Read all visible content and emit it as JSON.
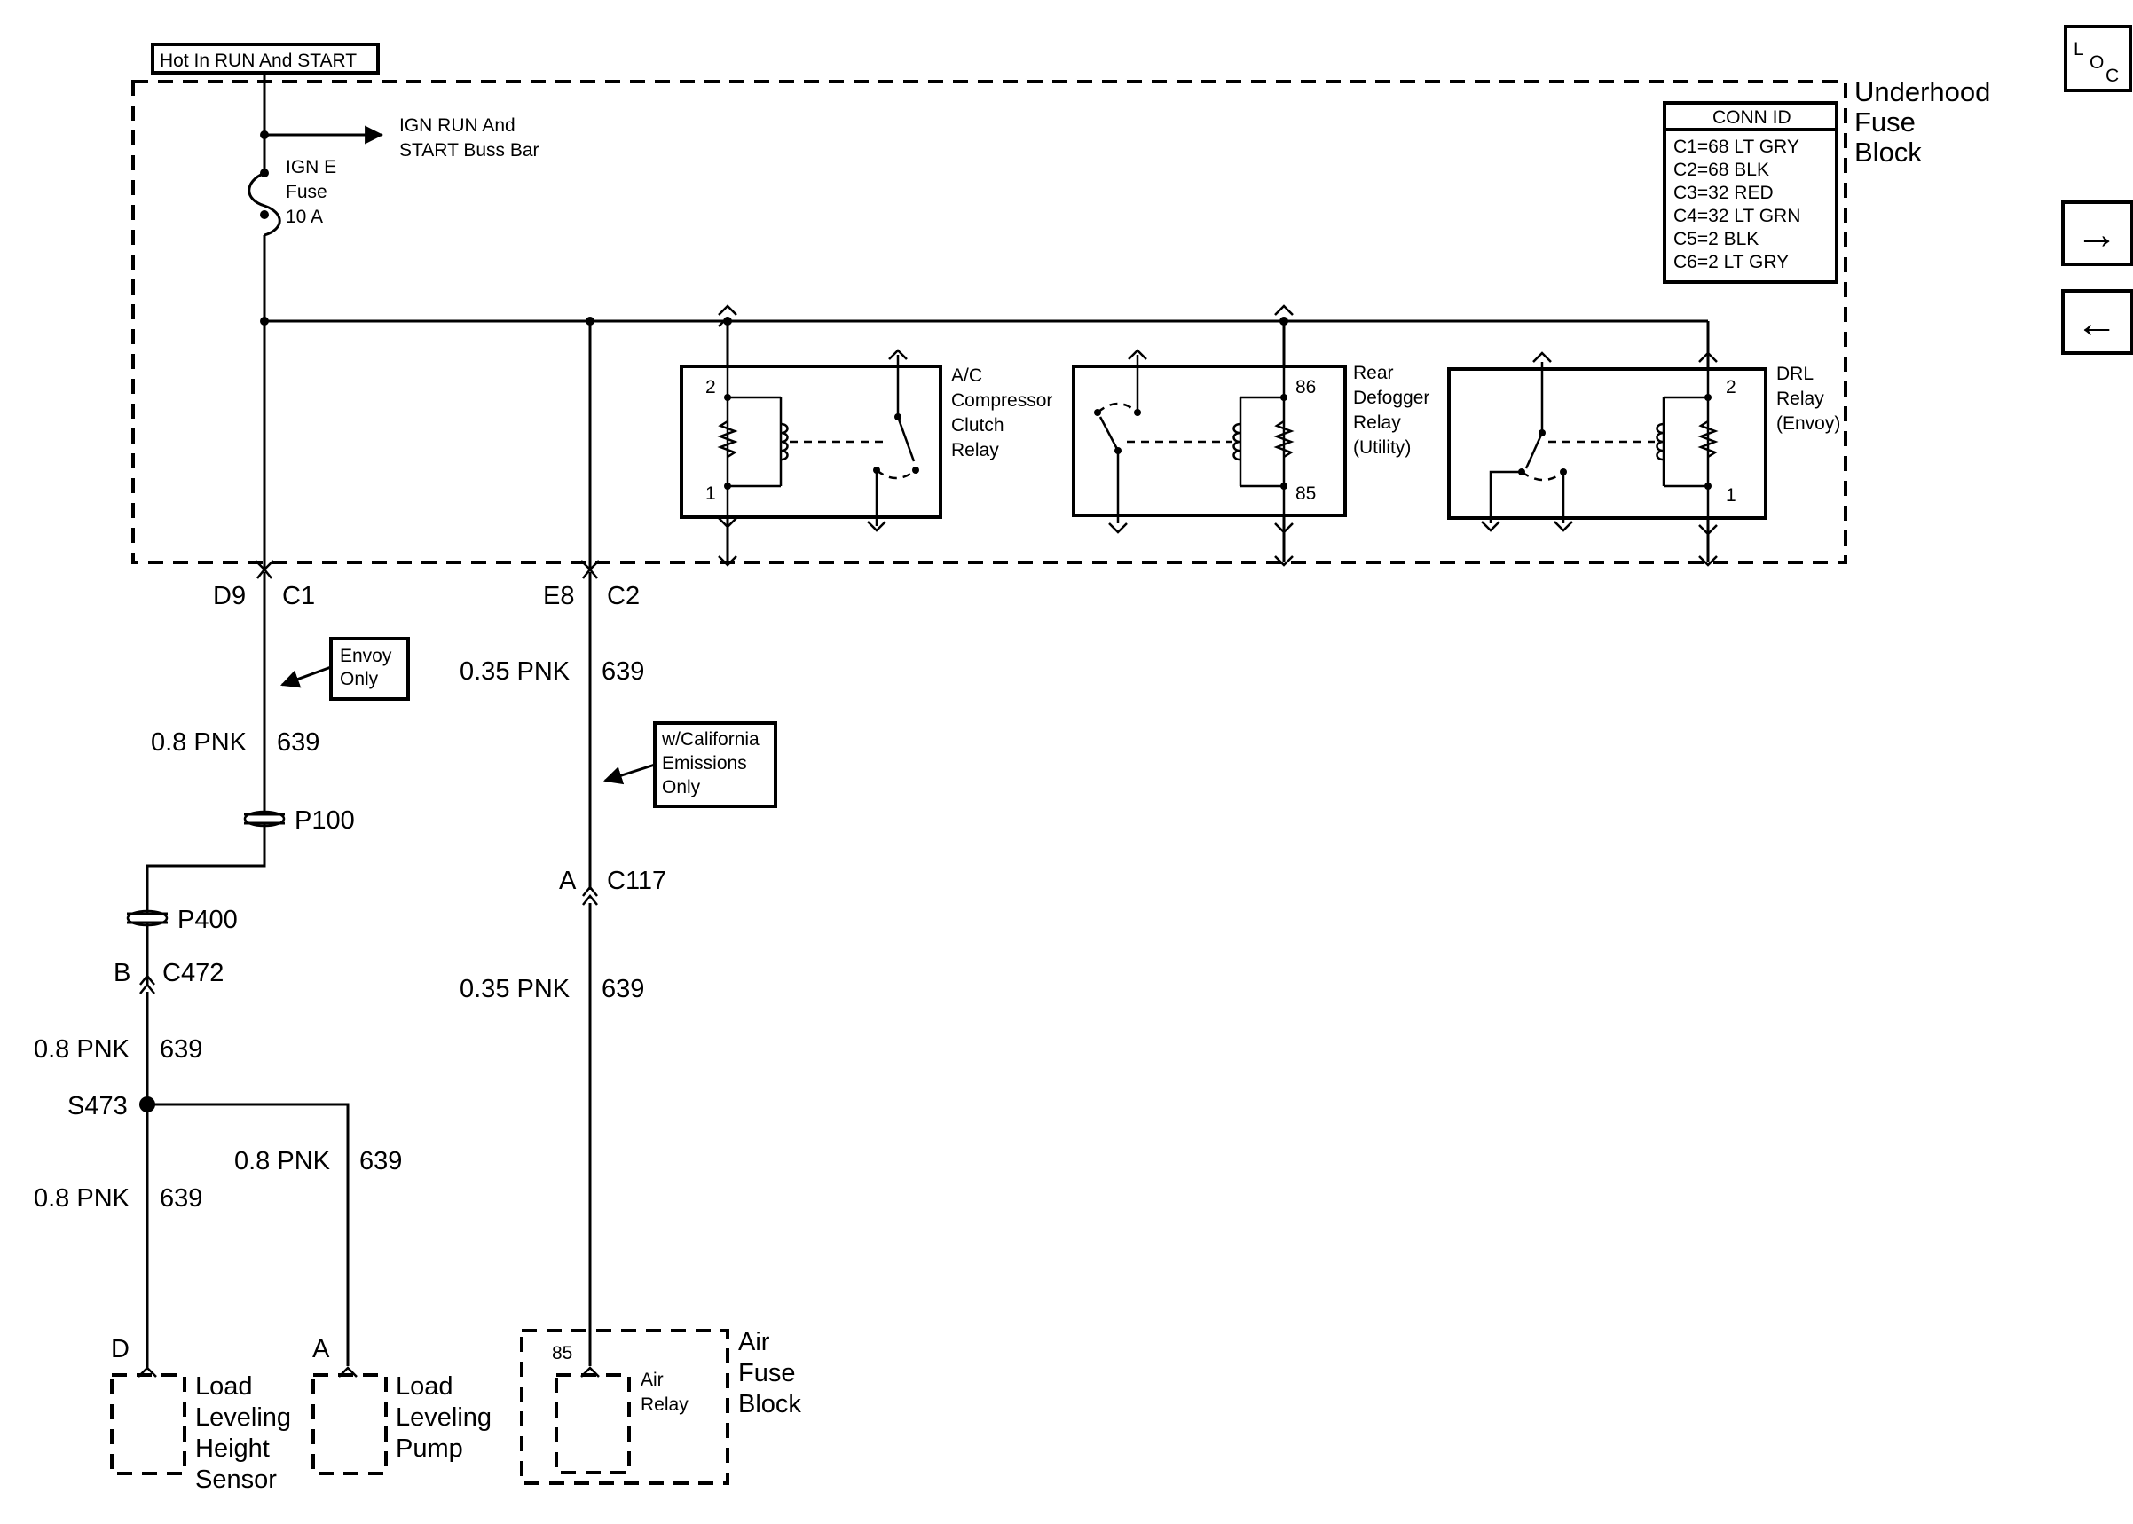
{
  "top_feed": {
    "label": "Hot In RUN And START"
  },
  "fuse_block": {
    "title": [
      "Underhood",
      "Fuse",
      "Block"
    ]
  },
  "buss_bar": {
    "label": [
      "IGN RUN And",
      "START Buss Bar"
    ]
  },
  "fuse": {
    "label": [
      "IGN E",
      "Fuse",
      "10 A"
    ]
  },
  "conn_id": {
    "header": "CONN ID",
    "rows": [
      "C1=68 LT GRY",
      "C2=68 BLK",
      "C3=32 RED",
      "C4=32 LT GRN",
      "C5=2 BLK",
      "C6=2 LT GRY"
    ]
  },
  "relays": [
    {
      "label": [
        "A/C",
        "Compressor",
        "Clutch",
        "Relay"
      ],
      "pins": [
        "2",
        "1"
      ]
    },
    {
      "label": [
        "Rear",
        "Defogger",
        "Relay",
        "(Utility)"
      ],
      "pins": [
        "86",
        "85"
      ]
    },
    {
      "label": [
        "DRL",
        "Relay",
        "(Envoy)"
      ],
      "pins": [
        "2",
        "1"
      ]
    }
  ],
  "circuit_left": {
    "conn_top": [
      "D9",
      "C1"
    ],
    "note": [
      "Envoy",
      "Only"
    ],
    "wire1": [
      "0.8 PNK",
      "639"
    ],
    "pass1": "P100",
    "pass2": "P400",
    "conn2": [
      "B",
      "C472"
    ],
    "wire2": [
      "0.8 PNK",
      "639"
    ],
    "splice": "S473",
    "wire3": [
      "0.8 PNK",
      "639"
    ],
    "wire4": [
      "0.8 PNK",
      "639"
    ],
    "pin_d": "D",
    "pin_a": "A",
    "sensor": [
      "Load",
      "Leveling",
      "Height",
      "Sensor"
    ],
    "pump": [
      "Load",
      "Leveling",
      "Pump"
    ]
  },
  "circuit_mid": {
    "conn_top": [
      "E8",
      "C2"
    ],
    "wire1": [
      "0.35 PNK",
      "639"
    ],
    "note": [
      "w/California",
      "Emissions",
      "Only"
    ],
    "conn2": [
      "A",
      "C117"
    ],
    "wire2": [
      "0.35 PNK",
      "639"
    ],
    "pin85": "85",
    "air_relay": [
      "Air",
      "Relay"
    ],
    "air_fuse_block": [
      "Air",
      "Fuse",
      "Block"
    ]
  },
  "nav": {
    "loc": [
      "L",
      "O",
      "C"
    ],
    "next": "→",
    "prev": "←"
  }
}
